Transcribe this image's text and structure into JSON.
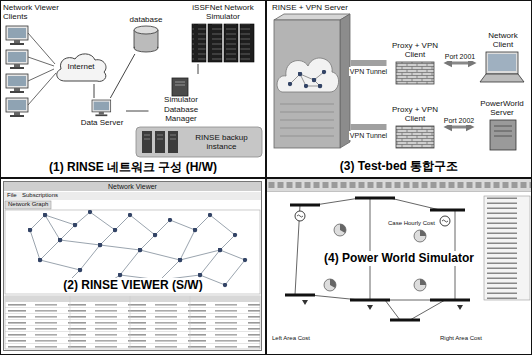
{
  "diagram": {
    "nodes": [
      {
        "text": [
          "(1) RINSE 네트워크 구성 (H/W)"
        ]
      },
      {
        "text": [
          "Internet"
        ],
        "in": 0
      },
      {
        "text": [
          "Data Server"
        ],
        "in": 0
      },
      {
        "text": [
          "database"
        ],
        "in": 0
      },
      {
        "text": [
          "iSSFNet Network Simulator"
        ],
        "in": 0
      },
      {
        "text": [
          "Simulator Database Manager"
        ],
        "in": 0
      },
      {
        "text": [
          "RINSE backup instance"
        ],
        "in": 0
      },
      {
        "text": [
          "(3) Test-bed 통합구조"
        ]
      },
      {
        "text": [
          "RINSE + VPN Server"
        ],
        "in": 7
      },
      {
        "text": [
          "Proxy + VPN Client"
        ],
        "in": 7
      },
      {
        "text": [
          "Network Client"
        ],
        "in": 7
      },
      {
        "text": [
          "Proxy + VPN Client"
        ],
        "in": 7
      },
      {
        "text": [
          "PowerWorld Server"
        ],
        "in": 7
      },
      {
        "text": [
          "(2) RINSE VIEWER (S/W)"
        ]
      },
      {
        "text": [
          "Network Viewer"
        ],
        "in": 13
      },
      {
        "text": [
          "(4) Power World Simulator"
        ]
      }
    ],
    "edges": [
      {
        "from": 1,
        "to": 2,
        "arrow": "none"
      },
      {
        "from": 2,
        "to": 3,
        "arrow": "none"
      },
      {
        "from": 2,
        "to": 5,
        "arrow": "none"
      },
      {
        "from": 5,
        "to": 4,
        "arrow": "none"
      },
      {
        "from": 8,
        "to": 9,
        "label": "VPN Tunnel",
        "arrow": "none"
      },
      {
        "from": 8,
        "to": 11,
        "label": "VPN Tunnel",
        "arrow": "none"
      },
      {
        "from": 9,
        "to": 10,
        "label": "Port 2001",
        "arrow": "both"
      },
      {
        "from": 11,
        "to": 12,
        "label": "Port 2002",
        "arrow": "both"
      }
    ],
    "labels": [
      "Network Viewer Clients",
      "File",
      "Subscriptions",
      "Network Graph",
      "Case Hourly Cost",
      "Left Area Cost",
      "Right Area Cost"
    ]
  }
}
